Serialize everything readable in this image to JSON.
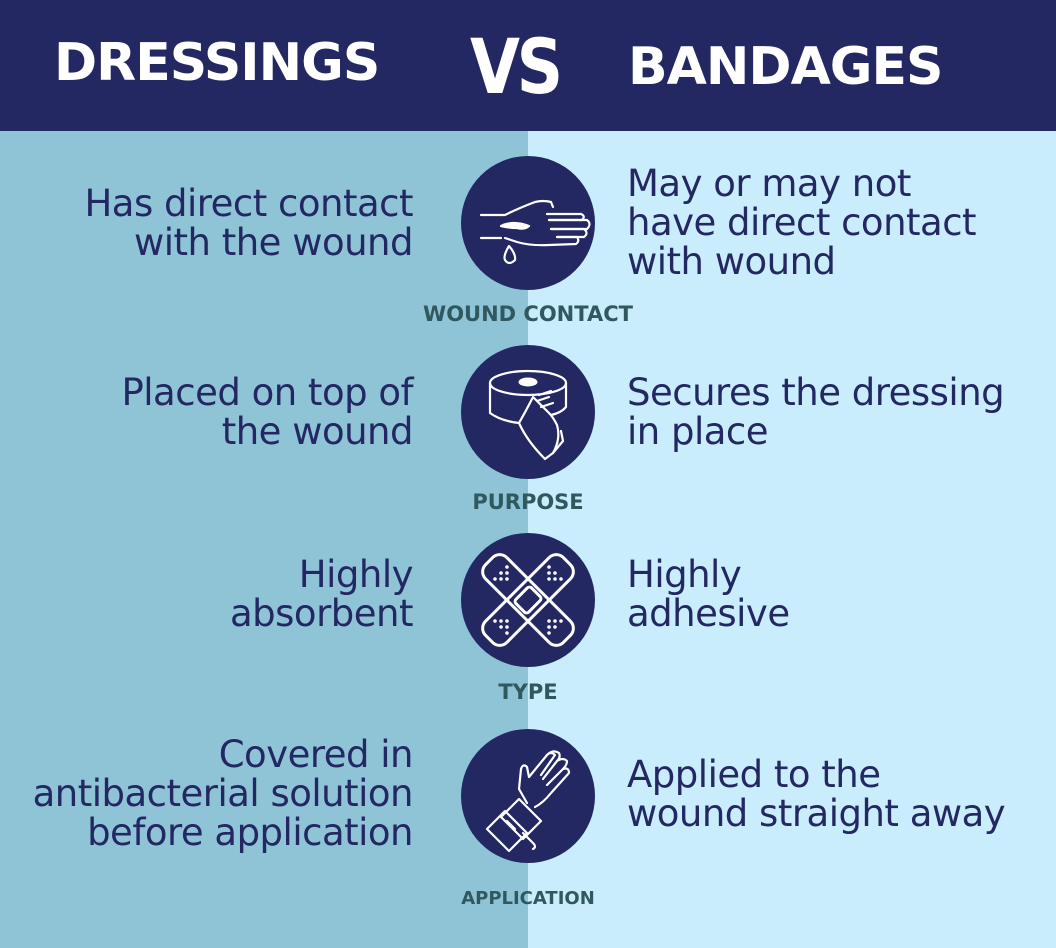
{
  "header": {
    "left_title": "DRESSINGS",
    "vs": "VS",
    "right_title": "BANDAGES"
  },
  "colors": {
    "header_bg": "#232862",
    "left_bg": "#8fc3d6",
    "right_bg": "#c9edfc",
    "text": "#232862",
    "label": "#30585f"
  },
  "rows": [
    {
      "category": "WOUND CONTACT",
      "icon": "hand-wound-icon",
      "dressings": "Has direct contact\nwith the wound",
      "bandages": "May or may not\nhave direct contact\nwith wound"
    },
    {
      "category": "PURPOSE",
      "icon": "bandage-roll-icon",
      "dressings": "Placed on top of\nthe wound",
      "bandages": "Secures the dressing\nin place"
    },
    {
      "category": "TYPE",
      "icon": "crossed-plasters-icon",
      "dressings": "Highly\nabsorbent",
      "bandages": "Highly\nadhesive"
    },
    {
      "category": "APPLICATION",
      "icon": "bandaged-hand-icon",
      "dressings": "Covered in\nantibacterial solution\nbefore application",
      "bandages": "Applied to the\nwound straight away"
    }
  ]
}
